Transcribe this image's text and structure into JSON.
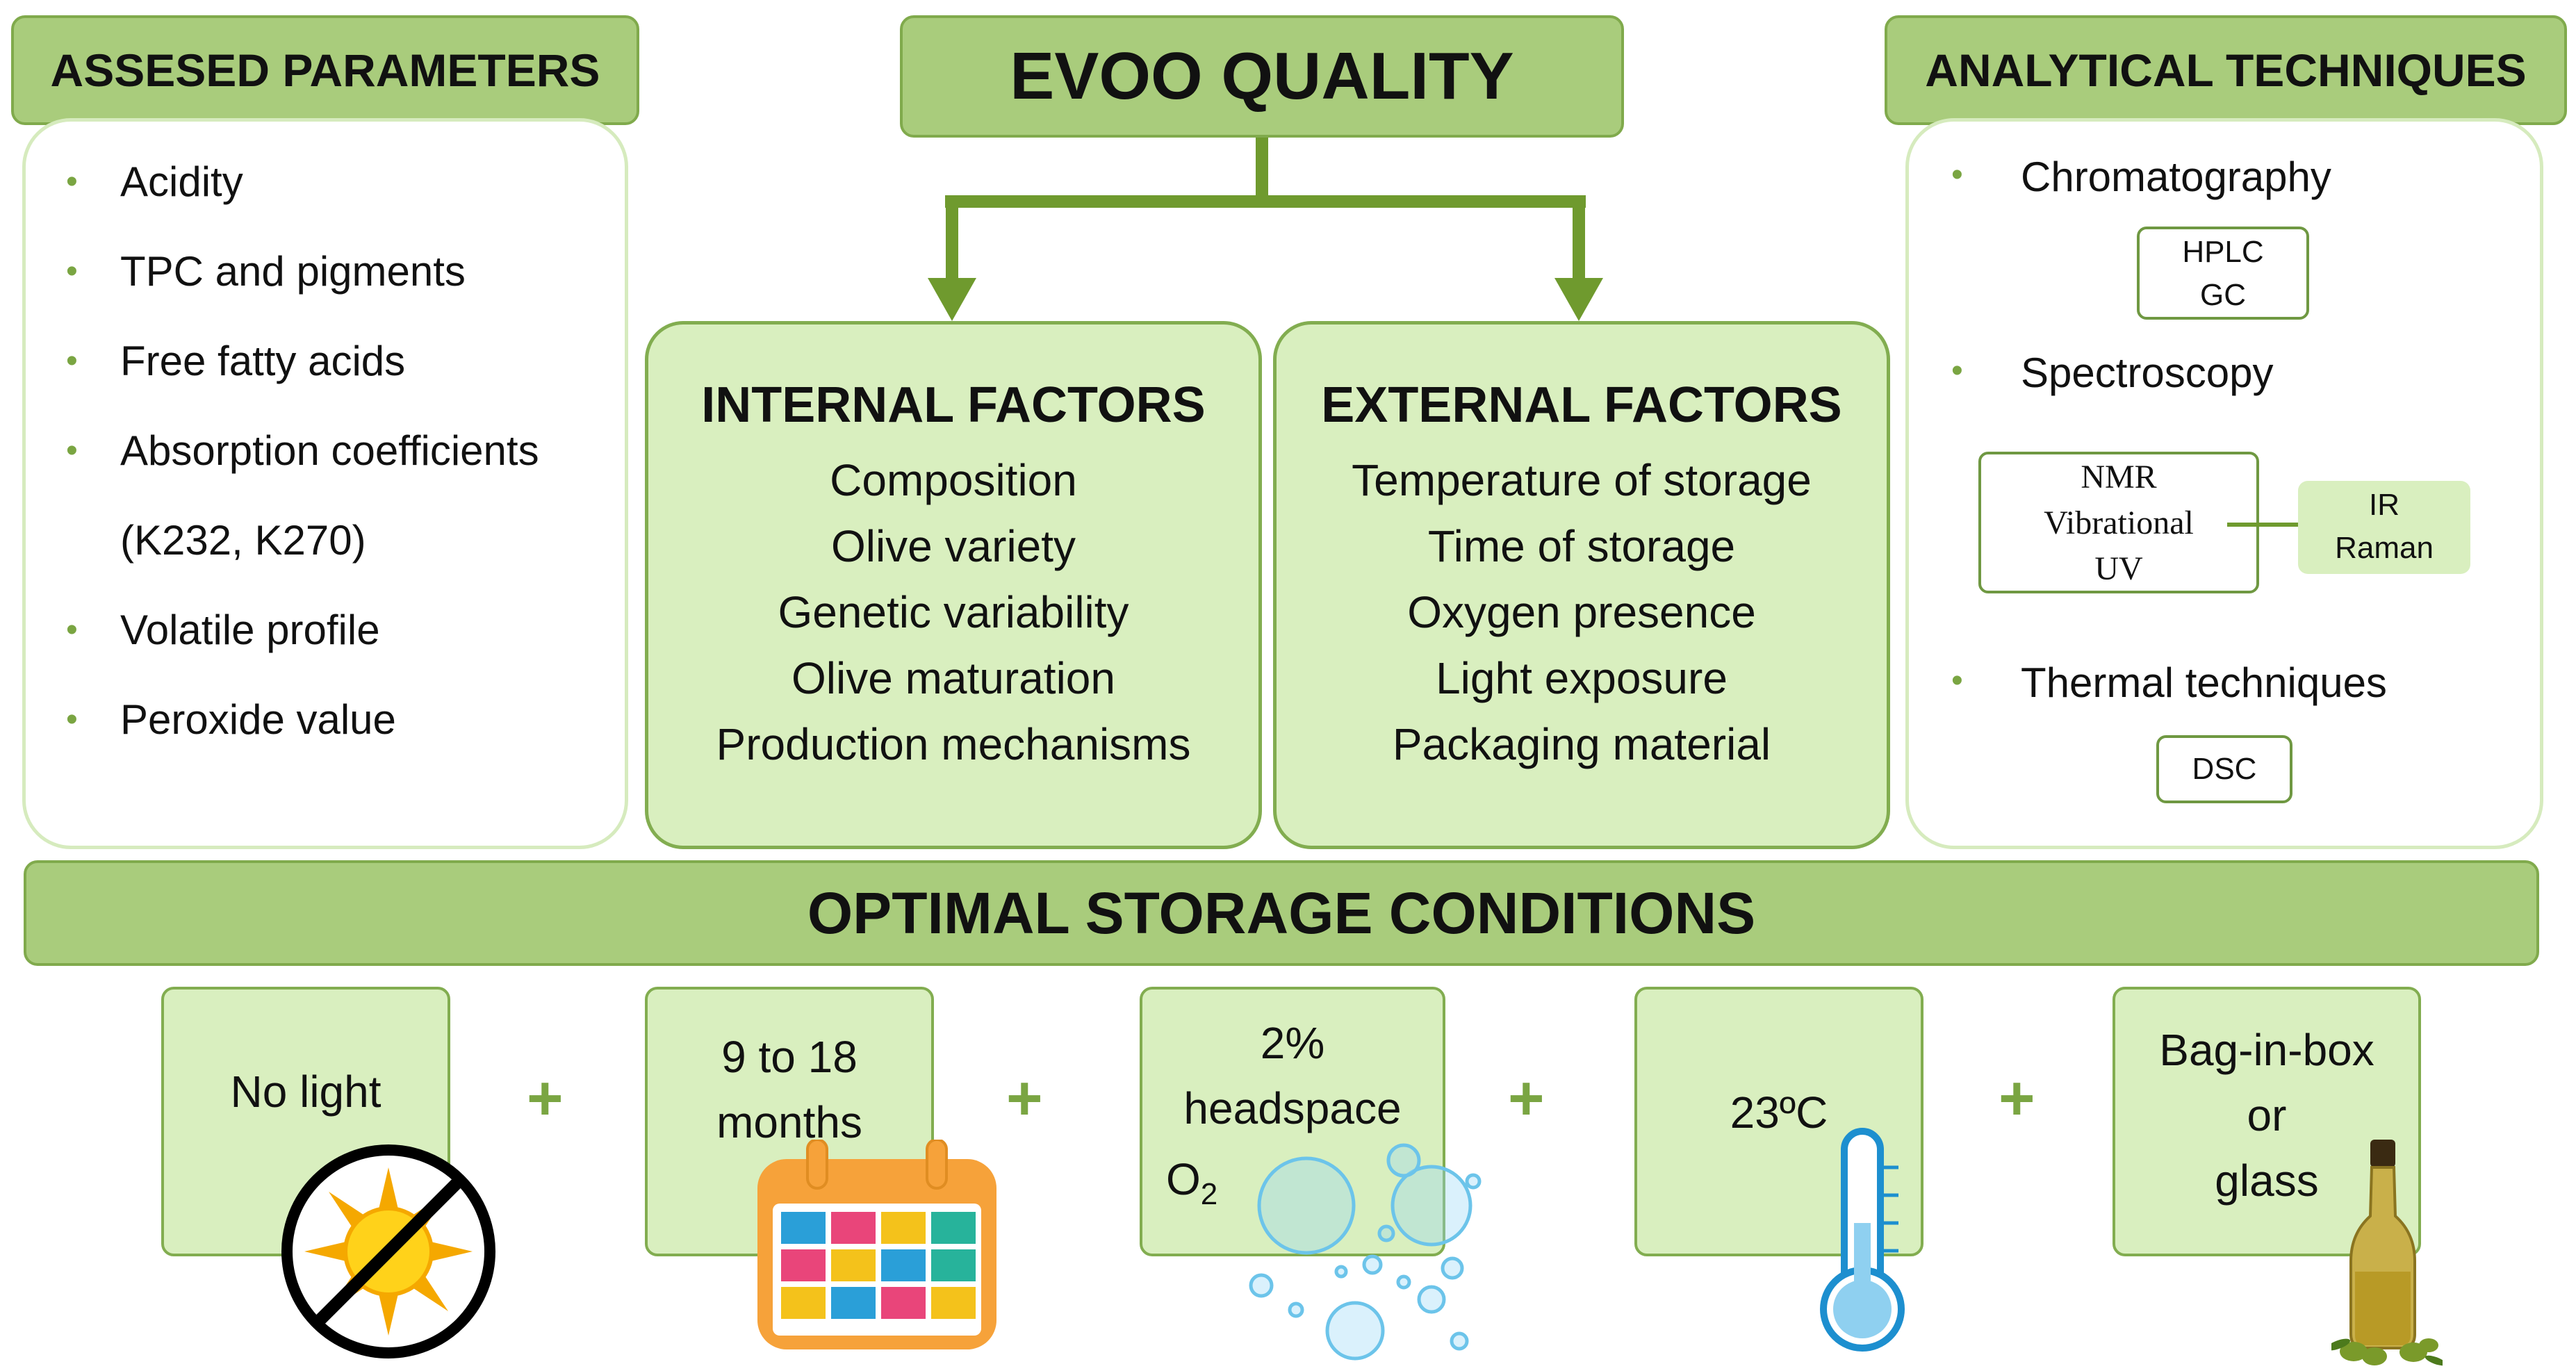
{
  "title": "EVOO QUALITY",
  "assessed": {
    "header": "ASSESED PARAMETERS",
    "items": [
      "Acidity",
      "TPC and pigments",
      "Free fatty acids",
      "Absorption coefficients",
      "(K232, K270)",
      "Volatile profile",
      "Peroxide value"
    ]
  },
  "internal": {
    "title": "INTERNAL FACTORS",
    "items": [
      "Composition",
      "Olive variety",
      "Genetic variability",
      "Olive maturation",
      "Production mechanisms"
    ]
  },
  "external": {
    "title": "EXTERNAL FACTORS",
    "items": [
      "Temperature of storage",
      "Time of storage",
      "Oxygen presence",
      "Light exposure",
      "Packaging material"
    ]
  },
  "analytical": {
    "header": "ANALYTICAL TECHNIQUES",
    "chromatography": "Chromatography",
    "chrom_box": [
      "HPLC",
      "GC"
    ],
    "spectroscopy": "Spectroscopy",
    "spec_box": [
      "NMR",
      "Vibrational",
      "UV"
    ],
    "spec_box2": [
      "IR",
      "Raman"
    ],
    "thermal": "Thermal techniques",
    "thermal_box": "DSC"
  },
  "storage": {
    "header": "OPTIMAL STORAGE CONDITIONS",
    "light": "No light",
    "time_line1": "9 to 18",
    "time_line2": "months",
    "headspace_line1": "2%",
    "headspace_line2": "headspace",
    "o2": "O",
    "o2_sub": "2",
    "temperature": "23ºC",
    "pack_line1": "Bag-in-box",
    "pack_line2": "or",
    "pack_line3": "glass",
    "plus": "+"
  },
  "colors": {
    "header_fill": "#a9cc7c",
    "panel_fill": "#d9efbf",
    "accent": "#7aa542"
  }
}
